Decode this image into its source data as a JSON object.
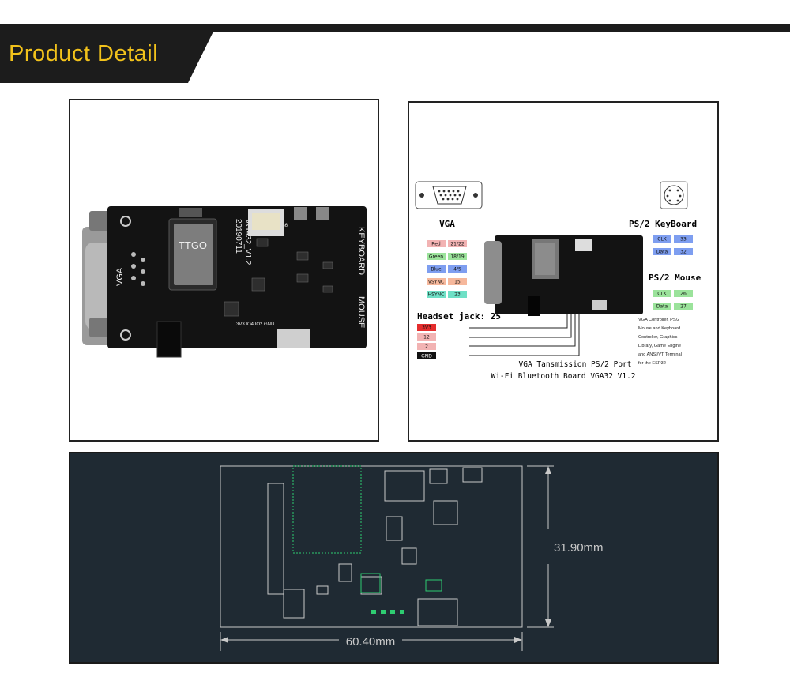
{
  "header": {
    "title": "Product Detail"
  },
  "photo": {
    "labels": {
      "vga": "VGA",
      "keyboard": "KEYBOARD",
      "mouse": "MOUSE",
      "brand": "TTGO",
      "version": "VGA32_V1.2",
      "date": "20190711",
      "pins": "3V3 IO4 IO2 GND",
      "io": "IO36"
    }
  },
  "pinout": {
    "vga_title": "VGA",
    "vga_pins": [
      {
        "name": "Red",
        "num": "21/22",
        "color": "#f2b3b3"
      },
      {
        "name": "Green",
        "num": "18/19",
        "color": "#9be39b"
      },
      {
        "name": "Blue",
        "num": "4/5",
        "color": "#7e9ef0"
      },
      {
        "name": "VSYNC",
        "num": "15",
        "color": "#f6b89c"
      },
      {
        "name": "HSYNC",
        "num": "23",
        "color": "#6fe0c6"
      }
    ],
    "keyboard_title": "PS/2 KeyBoard",
    "keyboard_pins": [
      {
        "name": "CLK",
        "num": "33",
        "color": "#7e9ef0"
      },
      {
        "name": "Data",
        "num": "32",
        "color": "#7e9ef0"
      }
    ],
    "mouse_title": "PS/2 Mouse",
    "mouse_pins": [
      {
        "name": "CLK",
        "num": "26",
        "color": "#9be39b"
      },
      {
        "name": "Data",
        "num": "27",
        "color": "#9be39b"
      }
    ],
    "headset_title": "Headset jack: 25",
    "headset_pins": [
      {
        "name": "3V3",
        "color": "#e52d2d"
      },
      {
        "name": "12",
        "color": "#f2b3b3"
      },
      {
        "name": "2",
        "color": "#f2b3b3"
      },
      {
        "name": "GND",
        "color": "#111111"
      }
    ],
    "caption_line1": "VGA Tansmission PS/2 Port",
    "caption_line2": "Wi-Fi Bluetooth Board VGA32 V1.2",
    "description": [
      "VGA Controller, PS/2",
      "Mouse and Keyboard",
      "Controller, Graphics",
      "Library, Game Engine",
      "and ANSI/VT Terminal",
      "for the ESP32"
    ]
  },
  "dims": {
    "height_label": "31.90mm",
    "width_label": "60.40mm"
  }
}
